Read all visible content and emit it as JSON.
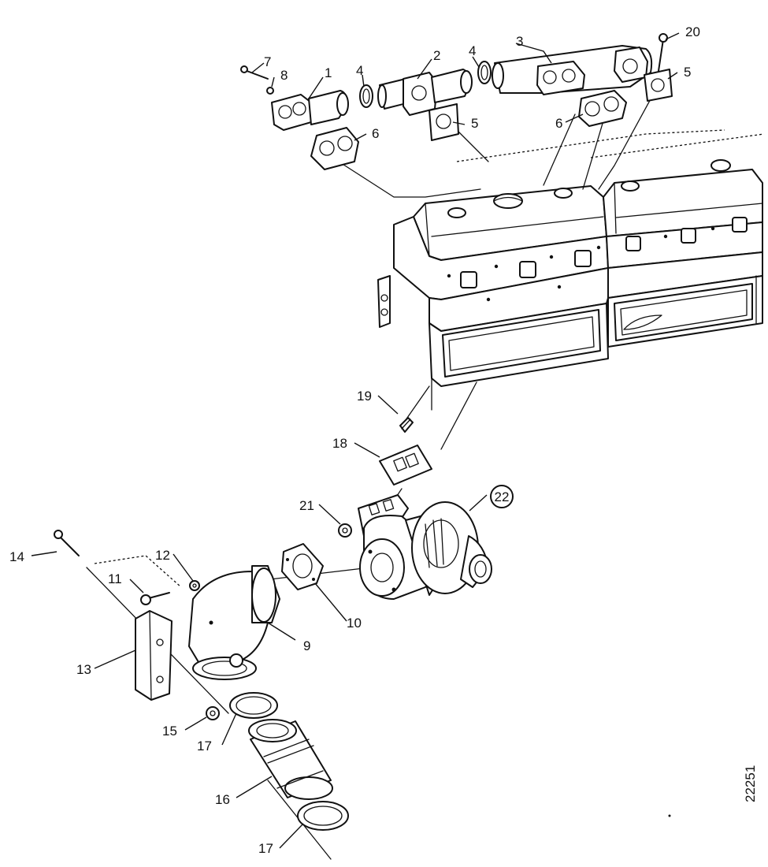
{
  "drawing_number": "22251",
  "callouts": {
    "c1": "1",
    "c2": "2",
    "c3": "3",
    "c4a": "4",
    "c4b": "4",
    "c5a": "5",
    "c5b": "5",
    "c6a": "6",
    "c6b": "6",
    "c7": "7",
    "c8": "8",
    "c9": "9",
    "c10": "10",
    "c11": "11",
    "c12": "12",
    "c13": "13",
    "c14": "14",
    "c15": "15",
    "c16": "16",
    "c17a": "17",
    "c17b": "17",
    "c18": "18",
    "c19": "19",
    "c20": "20",
    "c21": "21",
    "c22": "22"
  }
}
